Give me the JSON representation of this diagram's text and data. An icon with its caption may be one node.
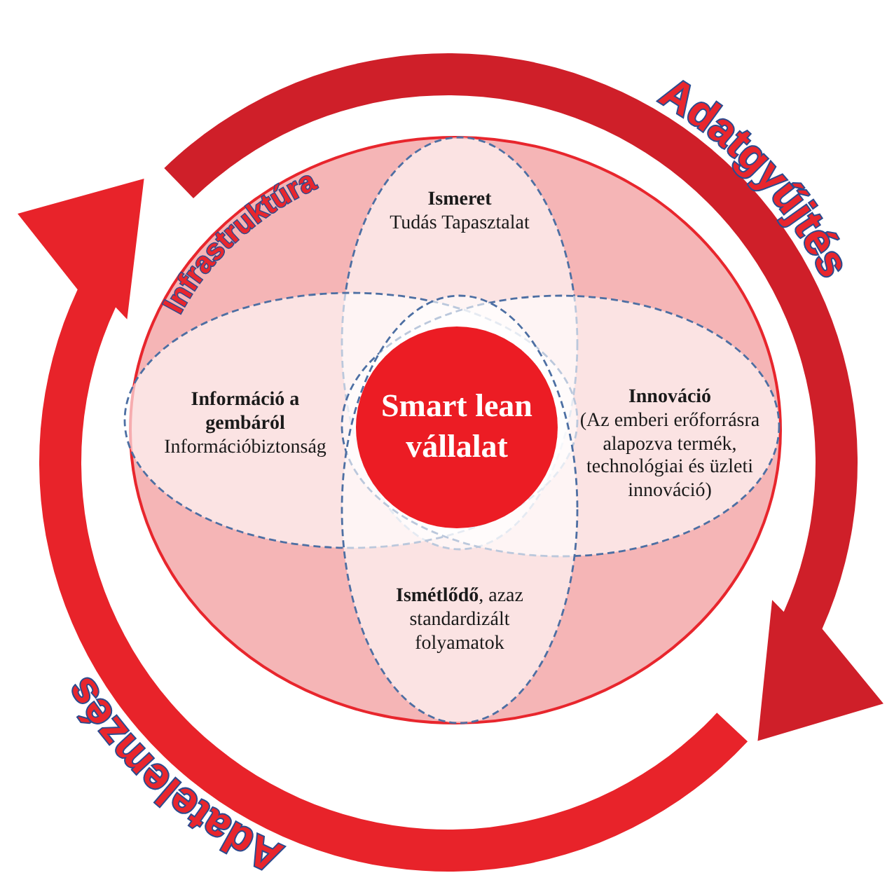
{
  "diagram": {
    "nodes": [
      {
        "text": [
          "Infrastruktúra"
        ]
      },
      {
        "text": [
          "Ismeret",
          "Tudás Tapasztalat"
        ],
        "in": 0
      },
      {
        "text": [
          "Információ a gembáról",
          "Információbiztonság"
        ],
        "in": 0
      },
      {
        "text": [
          "Innováció",
          "(Az emberi erőforrásra alapozva termék, technológiai és üzleti innováció)"
        ],
        "in": 0
      },
      {
        "text": [
          "**Ismétlődő**, azaz standardizált folyamatok"
        ],
        "in": 0
      },
      {
        "text": [
          "Smart lean vállalat"
        ]
      }
    ],
    "labels": [
      "Adatgyűjtés",
      "Adatelemzés"
    ]
  }
}
